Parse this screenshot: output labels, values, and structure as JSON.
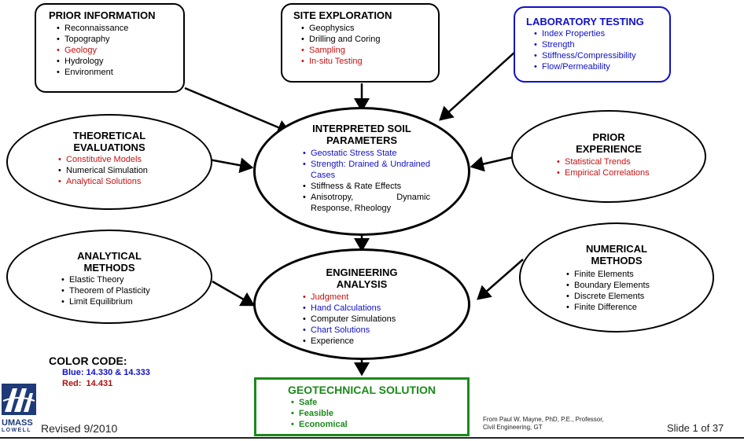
{
  "colors": {
    "blue": "#1010c8",
    "red": "#c81010",
    "green": "#1a8a1a",
    "black": "#000000"
  },
  "prior_information": {
    "title": "PRIOR INFORMATION",
    "items": [
      {
        "text": "Reconnaissance",
        "color": "black"
      },
      {
        "text": "Topography",
        "color": "black"
      },
      {
        "text": "Geology",
        "color": "red"
      },
      {
        "text": "Hydrology",
        "color": "black"
      },
      {
        "text": "Environment",
        "color": "black"
      }
    ]
  },
  "site_exploration": {
    "title": "SITE EXPLORATION",
    "items": [
      {
        "text": "Geophysics",
        "color": "black"
      },
      {
        "text": "Drilling and Coring",
        "color": "black"
      },
      {
        "text": "Sampling",
        "color": "red"
      },
      {
        "text": "In-situ Testing",
        "color": "red"
      }
    ]
  },
  "laboratory_testing": {
    "title": "LABORATORY TESTING",
    "items": [
      {
        "text": "Index Properties",
        "color": "blue"
      },
      {
        "text": "Strength",
        "color": "blue"
      },
      {
        "text": "Stiffness/Compressibility",
        "color": "blue"
      },
      {
        "text": "Flow/Permeability",
        "color": "blue"
      }
    ]
  },
  "theoretical_evaluations": {
    "title_line1": "THEORETICAL",
    "title_line2": "EVALUATIONS",
    "items": [
      {
        "text": "Constitutive Models",
        "color": "red"
      },
      {
        "text": "Numerical Simulation",
        "color": "black"
      },
      {
        "text": "Analytical Solutions",
        "color": "red"
      }
    ]
  },
  "interpreted_soil": {
    "title_line1": "INTERPRETED SOIL",
    "title_line2": "PARAMETERS",
    "items": [
      {
        "text": "Geostatic Stress State",
        "color": "blue"
      },
      {
        "text": "Strength: Drained & Undrained Cases",
        "color": "blue"
      },
      {
        "text": "Stiffness & Rate Effects",
        "color": "black"
      },
      {
        "text": "Anisotropy, Dynamic Response, Rheology",
        "color": "black"
      }
    ]
  },
  "prior_experience": {
    "title_line1": "PRIOR",
    "title_line2": "EXPERIENCE",
    "items": [
      {
        "text": "Statistical Trends",
        "color": "red"
      },
      {
        "text": "Empirical Correlations",
        "color": "red"
      }
    ]
  },
  "analytical_methods": {
    "title_line1": "ANALYTICAL",
    "title_line2": "METHODS",
    "items": [
      {
        "text": "Elastic Theory",
        "color": "black"
      },
      {
        "text": "Theorem of Plasticity",
        "color": "black"
      },
      {
        "text": "Limit Equilibrium",
        "color": "black"
      }
    ]
  },
  "engineering_analysis": {
    "title_line1": "ENGINEERING",
    "title_line2": "ANALYSIS",
    "items": [
      {
        "text": "Judgment",
        "color": "red"
      },
      {
        "text": "Hand Calculations",
        "color": "blue"
      },
      {
        "text": "Computer Simulations",
        "color": "black"
      },
      {
        "text": "Chart Solutions",
        "color": "blue"
      },
      {
        "text": "Experience",
        "color": "black"
      }
    ]
  },
  "numerical_methods": {
    "title_line1": "NUMERICAL",
    "title_line2": "METHODS",
    "items": [
      {
        "text": "Finite Elements",
        "color": "black"
      },
      {
        "text": "Boundary Elements",
        "color": "black"
      },
      {
        "text": "Discrete Elements",
        "color": "black"
      },
      {
        "text": "Finite Difference",
        "color": "black"
      }
    ]
  },
  "geotechnical_solution": {
    "title": "GEOTECHNICAL SOLUTION",
    "items": [
      {
        "text": "Safe",
        "color": "green"
      },
      {
        "text": "Feasible",
        "color": "green"
      },
      {
        "text": "Economical",
        "color": "green"
      }
    ]
  },
  "color_code": {
    "title": "COLOR CODE:",
    "blue_line": "Blue: 14.330 & 14.333",
    "red_line": "Red:  14.431"
  },
  "footer": {
    "logo_line1": "UMASS",
    "logo_line2": "LOWELL",
    "revised": "Revised 9/2010",
    "credit_line1": "From Paul W. Mayne, PhD, P.E., Professor,",
    "credit_line2": "Civil Engineering, GT",
    "slide": "Slide 1 of 37"
  }
}
